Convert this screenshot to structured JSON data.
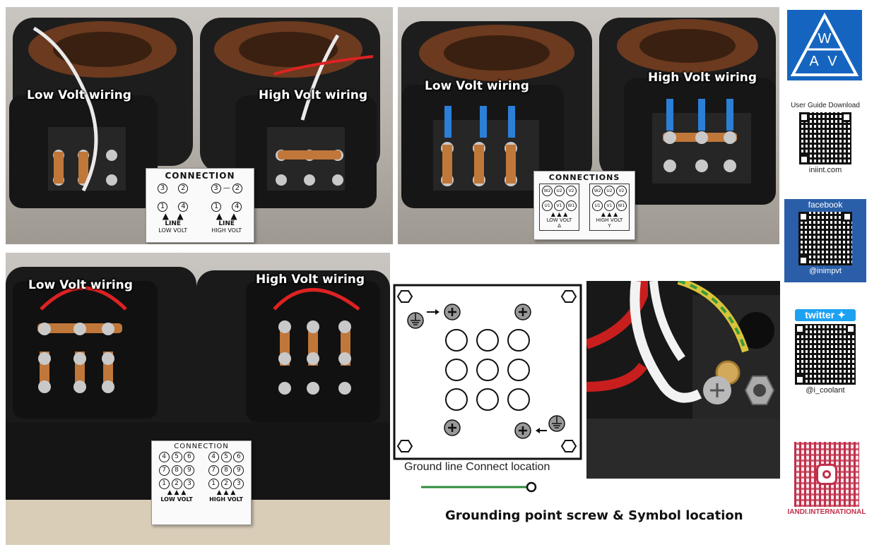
{
  "panel1": {
    "left_label": "Low Volt wiring",
    "right_label": "High Volt wiring",
    "card": {
      "title": "CONNECTION",
      "low_top": [
        "3",
        "2"
      ],
      "low_bottom": [
        "1",
        "4"
      ],
      "high_top": [
        "3",
        "2"
      ],
      "high_bottom": [
        "1",
        "4"
      ],
      "line": "LINE",
      "low_volt": "LOW VOLT",
      "high_volt": "HIGH VOLT"
    }
  },
  "panel2": {
    "left_label": "Low Volt wiring",
    "right_label": "High Volt wiring",
    "card": {
      "title": "CONNECTIONS",
      "low_top": [
        "W2",
        "U2",
        "V2"
      ],
      "low_bottom": [
        "U1",
        "V1",
        "W1"
      ],
      "high_top": [
        "W2",
        "U2",
        "V2"
      ],
      "high_bottom": [
        "U1",
        "V1",
        "W1"
      ],
      "low_volt": "LOW VOLT",
      "high_volt": "HIGH VOLT",
      "low_symbol": "Δ",
      "high_symbol": "Y"
    }
  },
  "panel3": {
    "left_label": "Low Volt wiring",
    "right_label": "High Volt wiring",
    "card": {
      "title": "CONNECTION",
      "low_rows": [
        [
          "4",
          "5",
          "6"
        ],
        [
          "7",
          "8",
          "9"
        ],
        [
          "1",
          "2",
          "3"
        ]
      ],
      "high_rows": [
        [
          "4",
          "5",
          "6"
        ],
        [
          "7",
          "8",
          "9"
        ],
        [
          "1",
          "2",
          "3"
        ]
      ],
      "low_volt": "LOW VOLT",
      "high_volt": "HIGH VOLT"
    }
  },
  "ground_diagram": {
    "caption": "Ground line Connect location"
  },
  "bottom_caption": "Grounding point screw & Symbol location",
  "sidebar": {
    "logo": {
      "top": "W",
      "bottom": "A V"
    },
    "user_guide": {
      "label": "User Guide Download",
      "site": "iniint.com"
    },
    "facebook": {
      "label": "facebook",
      "handle": "@inimpvt"
    },
    "twitter": {
      "label": "twitter",
      "handle": "@i_coolant"
    },
    "instagram": {
      "handle": "IANDI.INTERNATIONAL"
    }
  },
  "colors": {
    "logo_blue": "#1565c0",
    "facebook_blue": "#2a5ea8",
    "twitter_blue": "#1da1f2",
    "instagram_red": "#c0304a",
    "ground_green": "#2e8b3a"
  }
}
